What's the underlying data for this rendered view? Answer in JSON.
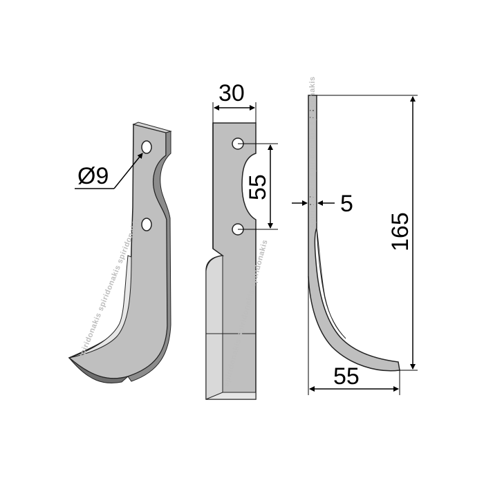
{
  "dimensions": {
    "hole_diameter": "Ø9",
    "width": "30",
    "hole_spacing": "55",
    "thickness": "5",
    "height": "165",
    "offset": "55"
  },
  "watermark": "spiridonakis spiridonakis spiridonakis",
  "colors": {
    "blade_face": "#bfbfbf",
    "blade_dark": "#8c8c8c",
    "blade_edge": "#e6e6e6",
    "outline": "#222222",
    "background": "#ffffff"
  }
}
